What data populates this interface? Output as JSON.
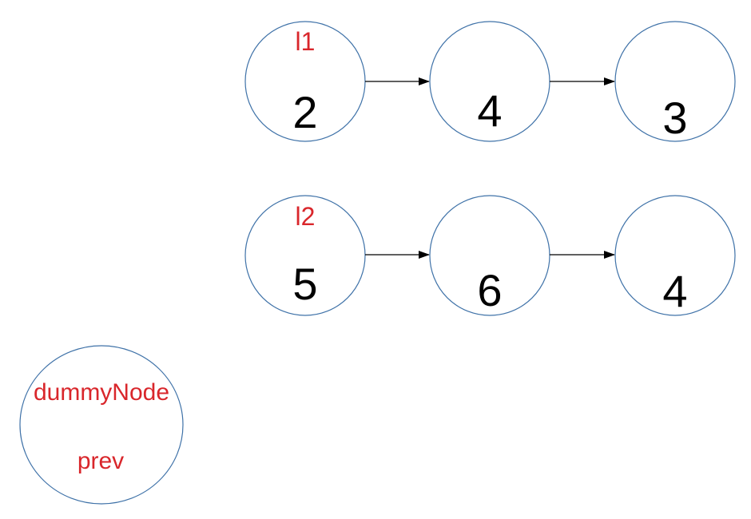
{
  "list1": {
    "label": "l1",
    "nodes": [
      "2",
      "4",
      "3"
    ]
  },
  "list2": {
    "label": "l2",
    "nodes": [
      "5",
      "6",
      "4"
    ]
  },
  "dummy": {
    "title": "dummyNode",
    "pointer": "prev"
  },
  "colors": {
    "node_stroke": "#3f72a8",
    "label_red": "#d9262b",
    "arrow": "#000000"
  }
}
